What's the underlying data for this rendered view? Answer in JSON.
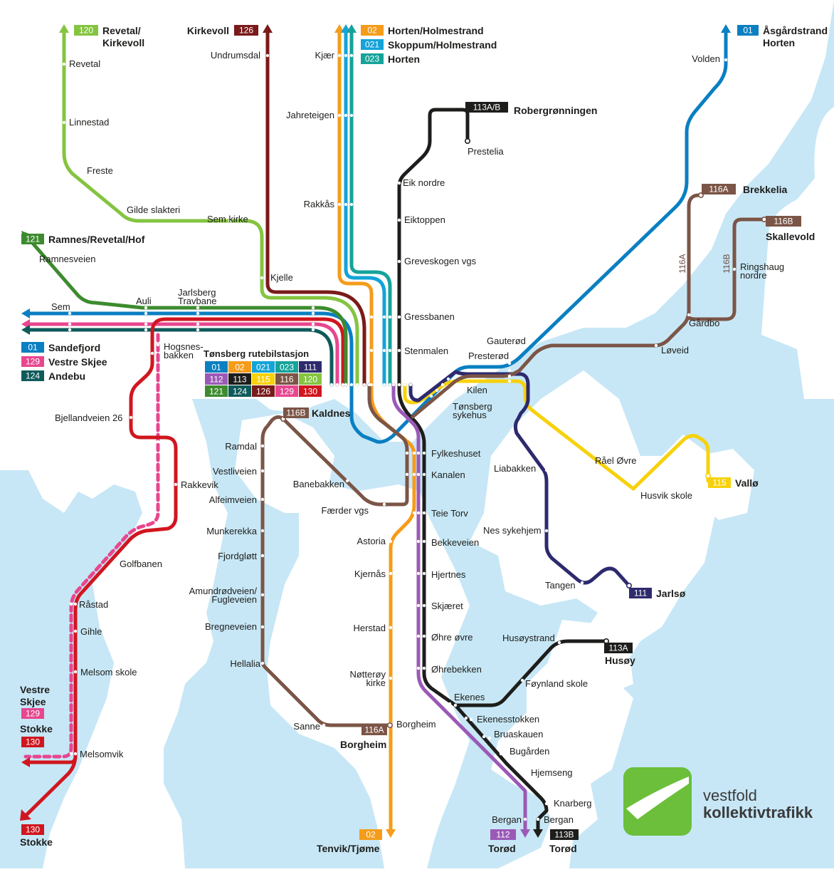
{
  "colors": {
    "water": "#c7e7f6",
    "land": "#ffffff",
    "r01": "#0a7fc2",
    "r02": "#f59c1a",
    "r021": "#13a3d8",
    "r023": "#15a39a",
    "r111": "#2d2a6e",
    "r112": "#9b59b6",
    "r113": "#1d1d1b",
    "r115": "#f7d10b",
    "r116": "#7b5546",
    "r120": "#84c441",
    "r121": "#3d8b2f",
    "r124": "#0f5a5a",
    "r126": "#7a1a1a",
    "r129": "#e8468f",
    "r130": "#d0161f",
    "logo_green": "#6bbf3a"
  },
  "hub": {
    "title": "Tønsberg rutebilstasjon",
    "badges": [
      {
        "num": "01",
        "color": "#0a7fc2"
      },
      {
        "num": "02",
        "color": "#f59c1a"
      },
      {
        "num": "021",
        "color": "#13a3d8"
      },
      {
        "num": "023",
        "color": "#15a39a"
      },
      {
        "num": "111",
        "color": "#2d2a6e"
      },
      {
        "num": "112",
        "color": "#9b59b6"
      },
      {
        "num": "113",
        "color": "#1d1d1b"
      },
      {
        "num": "115",
        "color": "#f7d10b"
      },
      {
        "num": "116",
        "color": "#7b5546"
      },
      {
        "num": "120",
        "color": "#84c441"
      },
      {
        "num": "121",
        "color": "#3d8b2f"
      },
      {
        "num": "124",
        "color": "#0f5a5a"
      },
      {
        "num": "126",
        "color": "#7a1a1a"
      },
      {
        "num": "129",
        "color": "#e8468f"
      },
      {
        "num": "130",
        "color": "#d0161f"
      }
    ]
  },
  "destinations": [
    {
      "id": "dest-120",
      "route": "120",
      "color": "#84c441",
      "lines": [
        "Revetal/",
        "Kirkevoll"
      ]
    },
    {
      "id": "dest-126",
      "route": "126",
      "color": "#7a1a1a",
      "lines": [
        "Kirkevoll"
      ]
    },
    {
      "id": "dest-02-north",
      "route": "02",
      "color": "#f59c1a",
      "lines": [
        "Horten/Holmestrand"
      ]
    },
    {
      "id": "dest-021",
      "route": "021",
      "color": "#13a3d8",
      "lines": [
        "Skoppum/Holmestrand"
      ]
    },
    {
      "id": "dest-023",
      "route": "023",
      "color": "#15a39a",
      "lines": [
        "Horten"
      ]
    },
    {
      "id": "dest-01-north",
      "route": "01",
      "color": "#0a7fc2",
      "lines": [
        "Åsgårdstrand",
        "Horten"
      ]
    },
    {
      "id": "dest-113ab",
      "route": "113A/B",
      "color": "#1d1d1b",
      "lines": [
        "Robergrønningen"
      ]
    },
    {
      "id": "dest-116a-north",
      "route": "116A",
      "color": "#7b5546",
      "lines": [
        "Brekkelia"
      ]
    },
    {
      "id": "dest-116b-north",
      "route": "116B",
      "color": "#7b5546",
      "lines": [
        "Skallevold"
      ]
    },
    {
      "id": "dest-121",
      "route": "121",
      "color": "#3d8b2f",
      "lines": [
        "Ramnes/Revetal/Hof"
      ]
    },
    {
      "id": "dest-01-west",
      "route": "01",
      "color": "#0a7fc2",
      "lines": [
        "Sandefjord"
      ]
    },
    {
      "id": "dest-129-west",
      "route": "129",
      "color": "#e8468f",
      "lines": [
        "Vestre Skjee"
      ]
    },
    {
      "id": "dest-124",
      "route": "124",
      "color": "#0f5a5a",
      "lines": [
        "Andebu"
      ]
    },
    {
      "id": "dest-116b-kaldnes",
      "route": "116B",
      "color": "#7b5546",
      "lines": [
        "Kaldnes"
      ]
    },
    {
      "id": "dest-115",
      "route": "115",
      "color": "#f7d10b",
      "lines": [
        "Vallø"
      ]
    },
    {
      "id": "dest-111",
      "route": "111",
      "color": "#2d2a6e",
      "lines": [
        "Jarlsø"
      ]
    },
    {
      "id": "dest-113a",
      "route": "113A",
      "color": "#1d1d1b",
      "lines": [
        "Husøy"
      ]
    },
    {
      "id": "dest-116a-south",
      "route": "116A",
      "color": "#7b5546",
      "lines": [
        "Borgheim"
      ]
    },
    {
      "id": "dest-02-south",
      "route": "02",
      "color": "#f59c1a",
      "lines": [
        "Tenvik/Tjøme"
      ]
    },
    {
      "id": "dest-112",
      "route": "112",
      "color": "#9b59b6",
      "lines": [
        "Torød"
      ]
    },
    {
      "id": "dest-113b",
      "route": "113B",
      "color": "#1d1d1b",
      "lines": [
        "Torød"
      ]
    },
    {
      "id": "dest-129-south",
      "route": "129",
      "color": "#e8468f",
      "lines": [
        "Vestre",
        "Skjee"
      ]
    },
    {
      "id": "dest-130-a",
      "route": "130",
      "color": "#d0161f",
      "lines": [
        "Stokke"
      ]
    },
    {
      "id": "dest-130-b",
      "route": "130",
      "color": "#d0161f",
      "lines": [
        "Stokke"
      ]
    }
  ],
  "stops": [
    {
      "id": "revetal",
      "lines": [
        "Revetal"
      ]
    },
    {
      "id": "linnestad",
      "lines": [
        "Linnestad"
      ]
    },
    {
      "id": "freste",
      "lines": [
        "Freste"
      ]
    },
    {
      "id": "gilde-slakteri",
      "lines": [
        "Gilde slakteri"
      ]
    },
    {
      "id": "sem-kirke",
      "lines": [
        "Sem kirke"
      ]
    },
    {
      "id": "undrumsdal",
      "lines": [
        "Undrumsdal"
      ]
    },
    {
      "id": "kjelle",
      "lines": [
        "Kjelle"
      ]
    },
    {
      "id": "kjaer",
      "lines": [
        "Kjær"
      ]
    },
    {
      "id": "jahreteigen",
      "lines": [
        "Jahreteigen"
      ]
    },
    {
      "id": "rakkas",
      "lines": [
        "Rakkås"
      ]
    },
    {
      "id": "volden",
      "lines": [
        "Volden"
      ]
    },
    {
      "id": "prestelia",
      "lines": [
        "Prestelia"
      ]
    },
    {
      "id": "eik-nordre",
      "lines": [
        "Eik nordre"
      ]
    },
    {
      "id": "eiktoppen",
      "lines": [
        "Eiktoppen"
      ]
    },
    {
      "id": "greveskogen",
      "lines": [
        "Greveskogen vgs"
      ]
    },
    {
      "id": "gressbanen",
      "lines": [
        "Gressbanen"
      ]
    },
    {
      "id": "stenmalen",
      "lines": [
        "Stenmalen"
      ]
    },
    {
      "id": "ramnesveien",
      "lines": [
        "Ramnesveien"
      ]
    },
    {
      "id": "sem",
      "lines": [
        "Sem"
      ]
    },
    {
      "id": "auli",
      "lines": [
        "Auli"
      ]
    },
    {
      "id": "jarlsberg",
      "lines": [
        "Jarlsberg",
        "Travbane"
      ]
    },
    {
      "id": "hogsnes",
      "lines": [
        "Hogsnes-",
        "bakken"
      ]
    },
    {
      "id": "bjellandveien",
      "lines": [
        "Bjellandveien 26"
      ]
    },
    {
      "id": "rakkevik",
      "lines": [
        "Rakkevik"
      ]
    },
    {
      "id": "golfbanen",
      "lines": [
        "Golfbanen"
      ]
    },
    {
      "id": "rastad",
      "lines": [
        "Råstad"
      ]
    },
    {
      "id": "gihle",
      "lines": [
        "Gihle"
      ]
    },
    {
      "id": "melsom-skole",
      "lines": [
        "Melsom skole"
      ]
    },
    {
      "id": "melsomvik",
      "lines": [
        "Melsomvik"
      ]
    },
    {
      "id": "gardbo",
      "lines": [
        "Gårdbo"
      ]
    },
    {
      "id": "ringshaug",
      "lines": [
        "Ringshaug",
        "nordre"
      ]
    },
    {
      "id": "loveid",
      "lines": [
        "Løveid"
      ]
    },
    {
      "id": "gauterod",
      "lines": [
        "Gauterød"
      ]
    },
    {
      "id": "presterod",
      "lines": [
        "Presterød"
      ]
    },
    {
      "id": "kilen",
      "lines": [
        "Kilen"
      ]
    },
    {
      "id": "tonsberg-sykehus",
      "lines": [
        "Tønsberg",
        "sykehus"
      ]
    },
    {
      "id": "ramdal",
      "lines": [
        "Ramdal"
      ]
    },
    {
      "id": "vestliveien",
      "lines": [
        "Vestliveien"
      ]
    },
    {
      "id": "alfeimveien",
      "lines": [
        "Alfeimveien"
      ]
    },
    {
      "id": "munkerekka",
      "lines": [
        "Munkerekka"
      ]
    },
    {
      "id": "fjordglott",
      "lines": [
        "Fjordgløtt"
      ]
    },
    {
      "id": "amundrod",
      "lines": [
        "Amundrødveien/",
        "Fugleveien"
      ]
    },
    {
      "id": "bregneveien",
      "lines": [
        "Bregneveien"
      ]
    },
    {
      "id": "hellalia",
      "lines": [
        "Hellalia"
      ]
    },
    {
      "id": "sanne",
      "lines": [
        "Sanne"
      ]
    },
    {
      "id": "banebakken",
      "lines": [
        "Banebakken"
      ]
    },
    {
      "id": "faerder-vgs",
      "lines": [
        "Færder vgs"
      ]
    },
    {
      "id": "fylkeshuset",
      "lines": [
        "Fylkeshuset"
      ]
    },
    {
      "id": "kanalen",
      "lines": [
        "Kanalen"
      ]
    },
    {
      "id": "teie-torv",
      "lines": [
        "Teie Torv"
      ]
    },
    {
      "id": "astoria",
      "lines": [
        "Astoria"
      ]
    },
    {
      "id": "bekkeveien",
      "lines": [
        "Bekkeveien"
      ]
    },
    {
      "id": "kjernas",
      "lines": [
        "Kjernås"
      ]
    },
    {
      "id": "hjertnes",
      "lines": [
        "Hjertnes"
      ]
    },
    {
      "id": "skjaeret",
      "lines": [
        "Skjæret"
      ]
    },
    {
      "id": "herstad",
      "lines": [
        "Herstad"
      ]
    },
    {
      "id": "ohre-ovre",
      "lines": [
        "Øhre øvre"
      ]
    },
    {
      "id": "ohrebekken",
      "lines": [
        "Øhrebekken"
      ]
    },
    {
      "id": "notteroy-kirke",
      "lines": [
        "Nøtterøy",
        "kirke"
      ]
    },
    {
      "id": "borgheim",
      "lines": [
        "Borgheim"
      ]
    },
    {
      "id": "ekenes",
      "lines": [
        "Ekenes"
      ]
    },
    {
      "id": "ekenesstokken",
      "lines": [
        "Ekenesstokken"
      ]
    },
    {
      "id": "bruaskauen",
      "lines": [
        "Bruaskauen"
      ]
    },
    {
      "id": "bugarden",
      "lines": [
        "Bugården"
      ]
    },
    {
      "id": "hjemseng",
      "lines": [
        "Hjemseng"
      ]
    },
    {
      "id": "knarberg",
      "lines": [
        "Knarberg"
      ]
    },
    {
      "id": "bergan-112",
      "lines": [
        "Bergan"
      ]
    },
    {
      "id": "bergan-113",
      "lines": [
        "Bergan"
      ]
    },
    {
      "id": "husoystrand",
      "lines": [
        "Husøystrand"
      ]
    },
    {
      "id": "foynland",
      "lines": [
        "Føynland skole"
      ]
    },
    {
      "id": "liabakken",
      "lines": [
        "Liabakken"
      ]
    },
    {
      "id": "nes-sykehjem",
      "lines": [
        "Nes sykehjem"
      ]
    },
    {
      "id": "tangen",
      "lines": [
        "Tangen"
      ]
    },
    {
      "id": "rael-ovre",
      "lines": [
        "Råel Øvre"
      ]
    },
    {
      "id": "husvik-skole",
      "lines": [
        "Husvik skole"
      ]
    }
  ],
  "vertical_labels": [
    {
      "id": "vlabel-116a",
      "text": "116A"
    },
    {
      "id": "vlabel-116b",
      "text": "116B"
    }
  ],
  "logo": {
    "line1": "vestfold",
    "line2": "kollektivtrafikk",
    "icon": "vkt-logo-icon"
  }
}
